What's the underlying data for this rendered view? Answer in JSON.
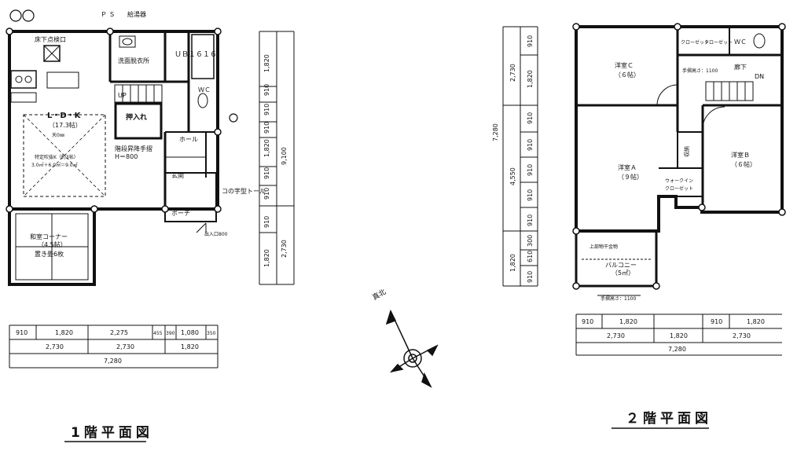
{
  "floor1": {
    "title": "1階平面図",
    "rooms": {
      "ldk": "L・D・K",
      "ldk_size": "（17.3帖）",
      "ldk_ceiling": "天0㎜",
      "atrium": "特定吹抜K（約3帖）",
      "atrium_size": "3.0㎡＋6.0㎡＝9.0㎡",
      "washroom": "洗面脱衣所",
      "bath": "ＵＢ１６１６",
      "wc": "ＷＣ",
      "closet": "押入れ",
      "hall": "ホール",
      "entrance": "玄関",
      "porch": "ポーチ",
      "washitsu": "和室コーナー",
      "washitsu_size": "（4.5帖）",
      "washitsu_note": "置き畳6枚",
      "ps": "Ｐ Ｓ",
      "water_heater": "給湯器",
      "floor_hatch": "床下点検口",
      "handrail": "階段昇降手摺",
      "handrail_h": "H＝800",
      "torre": "コの字型トール",
      "up": "UP",
      "exit": "出入口800"
    },
    "dims_right": [
      "910",
      "1,820",
      "910",
      "910",
      "910",
      "1,820",
      "910",
      "910",
      "1,820",
      "2,730",
      "9,100"
    ],
    "dims_bottom_row1": [
      "910",
      "1,820",
      "2,275",
      "455",
      "390",
      "1,080",
      "350"
    ],
    "dims_bottom_row2": [
      "2,730",
      "2,730",
      "1,820"
    ],
    "dims_bottom_total": "7,280"
  },
  "floor2": {
    "title": "２階平面図",
    "rooms": {
      "western_c": "洋室Ｃ",
      "western_c_size": "（６帖）",
      "western_a": "洋室Ａ",
      "western_a_size": "（９帖）",
      "western_b": "洋室Ｂ",
      "western_b_size": "（６帖）",
      "hallway": "廊下",
      "wc": "ＷＣ",
      "closet1": "クローゼット",
      "closet2": "クローゼット",
      "walkin": "ウォークイン",
      "walkin2": "クローゼット",
      "storage": "収納",
      "balcony": "バルコニー",
      "balcony_size": "（5㎡）",
      "dryer": "上部物干金物",
      "handrail_h": "手摺高さ：1100",
      "rail_h2": "手摺高さ：1100",
      "dn": "DN"
    },
    "dims_left": [
      "910",
      "1,820",
      "910",
      "910",
      "910",
      "910",
      "910",
      "300",
      "610",
      "910",
      "2,730",
      "4,550",
      "1,820",
      "7,280"
    ],
    "dims_bottom_row1": [
      "910",
      "1,820",
      "910",
      "1,820"
    ],
    "dims_bottom_row2": [
      "2,730",
      "1,820",
      "2,730"
    ],
    "dims_bottom_total": "7,280"
  },
  "compass": {
    "north": "真北"
  }
}
